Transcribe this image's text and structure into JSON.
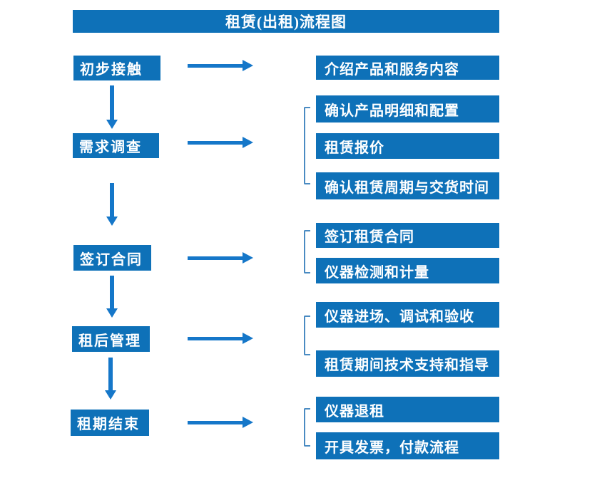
{
  "title": "租赁(出租)流程图",
  "colors": {
    "box": "#0e71b8",
    "arrow": "#1577c9",
    "bracket": "#4a8bc2",
    "text": "#ffffff"
  },
  "stages": [
    {
      "label": "初步接触",
      "details": [
        "介绍产品和服务内容"
      ]
    },
    {
      "label": "需求调查",
      "details": [
        "确认产品明细和配置",
        "租赁报价",
        "确认租赁周期与交货时间"
      ]
    },
    {
      "label": "签订合同",
      "details": [
        "签订租赁合同",
        "仪器检测和计量"
      ]
    },
    {
      "label": "租后管理",
      "details": [
        "仪器进场、调试和验收",
        "租赁期间技术支持和指导"
      ]
    },
    {
      "label": "租期结束",
      "details": [
        "仪器退租",
        "开具发票，付款流程"
      ]
    }
  ]
}
